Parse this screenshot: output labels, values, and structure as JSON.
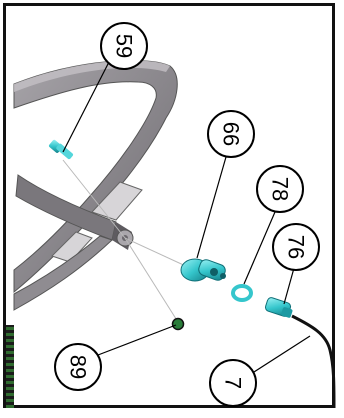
{
  "callouts": [
    {
      "id": "c59",
      "label": "59"
    },
    {
      "id": "c66",
      "label": "66"
    },
    {
      "id": "c78",
      "label": "78"
    },
    {
      "id": "c76",
      "label": "76"
    },
    {
      "id": "c89",
      "label": "89"
    },
    {
      "id": "c7",
      "label": "7"
    }
  ],
  "colors": {
    "frame_stroke": "#111111",
    "part_cyan": "#35c6cc",
    "frame_grey": "#8e8b90",
    "callout_stroke": "#000000"
  }
}
